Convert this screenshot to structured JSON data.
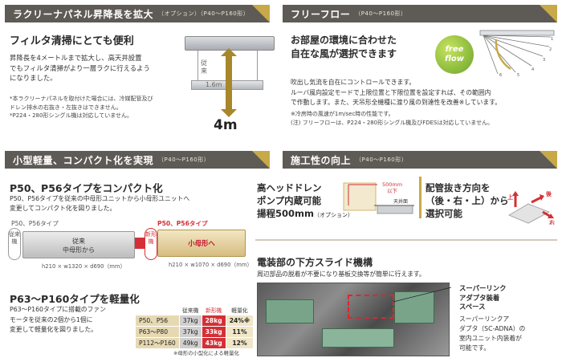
{
  "p1": {
    "title": "ラクリーナパネル昇降長を拡大",
    "title_note": "（オプション）（P40〜P160形）",
    "heading": "フィルタ清掃にとても便利",
    "body": [
      "昇降長を4メートルまで拡大し、高天井設置",
      "でもフィルタ清掃がより一層ラクに行えるよう",
      "になりました。"
    ],
    "notes": [
      "*本ラクリーナパネルを取付けた場合には、冷媒配管及び",
      "ドレン排水の右抜き・左抜きはできません。",
      "*P224・280形シングル機は対応していません。"
    ],
    "label_old": "従来",
    "label_old_len": "1.6m",
    "label_new_len": "4m"
  },
  "p2": {
    "title": "フリーフロー",
    "title_note": "（P40〜P160形）",
    "heading": [
      "お部屋の環境に合わせた",
      "自在な風が選択できます"
    ],
    "badge": [
      "free",
      "flow"
    ],
    "body": [
      "吹出し気流を自在にコントロールできます。",
      "ルーバ風向設定モードで上限位置と下限位置を設定すれば、その範囲内",
      "で作動します。また、天吊形全機種に渡り風の到達性を改善※しています。"
    ],
    "notes": [
      "※冷房時の風速が1m/sec時の性能です。",
      "(注) フリーフローは、P224・280形シングル機及びFDESは対応していません。"
    ],
    "louver_labels": [
      "1",
      "2",
      "3",
      "4",
      "5",
      "6"
    ]
  },
  "p3": {
    "title": "小型軽量、コンパクト化を実現",
    "title_note": "（P40〜P160形）",
    "heading1": "P50、P56タイプをコンパクト化",
    "body1": [
      "P50、P56タイプを従来の中母形ユニットから小母形ユニットへ",
      "変更してコンパクト化を図りました。"
    ],
    "type_old": "P50、P56タイプ",
    "type_new": "P50、P56タイプ",
    "badge_old": "従来機",
    "badge_new": "新形機",
    "unit_old": [
      "従来",
      "中母形から"
    ],
    "unit_new": "小母形へ",
    "dims_old": "h210 × w1320 × d690（mm）",
    "dims_new": "h210 × w1070 × d690（mm）",
    "heading2": "P63〜P160タイプを軽量化",
    "body2": [
      "P63〜P160タイプに搭載のファン",
      "モータを従来の2個から1個に",
      "変更して軽量化を図りました。"
    ],
    "table_head": [
      "",
      "従来機",
      "新形機",
      "軽量化"
    ],
    "table_rows": [
      [
        "P50、P56",
        "37kg",
        "28kg",
        "24%※"
      ],
      [
        "P63〜P80",
        "37kg",
        "33kg",
        "11%"
      ],
      [
        "P112〜P160",
        "49kg",
        "43kg",
        "12%"
      ]
    ],
    "table_note": "※母形の小型化による軽量化"
  },
  "p4": {
    "title": "施工性の向上",
    "title_note": "（P40〜P160形）",
    "heading1": [
      "高ヘッドドレン",
      "ポンプ内蔵可能"
    ],
    "heading1b": "揚程500mm",
    "heading1b_note": "（オプション）",
    "drain_label": [
      "500mm",
      "以下"
    ],
    "ceiling_label": "天井面",
    "heading2": [
      "配管抜き方向を",
      "（後・右・上）から",
      "選択可能"
    ],
    "dir_labels": [
      "上",
      "後",
      "右"
    ],
    "heading3": "電装部の下方スライド機構",
    "body3": "周辺部品の脱着が不要になり基板交換等が簡単に行えます。",
    "callout_title": [
      "スーパーリンク",
      "アダプタ装着",
      "スペース"
    ],
    "callout_body": [
      "スーパーリンクア",
      "ダプタ（SC-ADNA）の",
      "室内ユニット内装着が",
      "可能です。"
    ]
  },
  "colors": {
    "header": "#5e5a55",
    "gold": "#c8a94a",
    "red": "#d42f36",
    "green": "#6aa52a"
  }
}
